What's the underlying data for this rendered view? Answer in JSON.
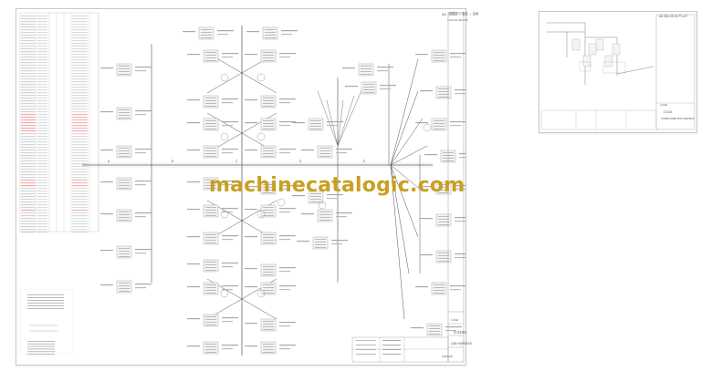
{
  "watermark": {
    "text": "machinecatalogic.com",
    "color": "#c8a020"
  },
  "main_sheet": {
    "drawing_number": "060 - 05 - 04",
    "sheet_label": "A1",
    "revision_header": "CHANGE RECORD",
    "model": "CX160",
    "title": "CAB HARNESS",
    "brand": "CASE",
    "part_number": "KRR0290",
    "scale_label": "NO SCALE",
    "table_rows_red_highlight": true,
    "notes_header": "NOTE",
    "legend_header": "LEGEND",
    "dimension_header": "DIMENSION OF HARNESS",
    "trunk_labels": [
      "A",
      "B",
      "C",
      "D",
      "E"
    ],
    "colors": {
      "line": "#555555",
      "grid": "#bdbdbd",
      "highlight": "#e04040",
      "box": "#9a9a9a"
    }
  },
  "secondary_sheet": {
    "drawing_number": "Ab 060-05-04 PL A/7",
    "model": "CX16",
    "title": "COMMANDER BUS HARNESS",
    "brand": "CASE"
  }
}
